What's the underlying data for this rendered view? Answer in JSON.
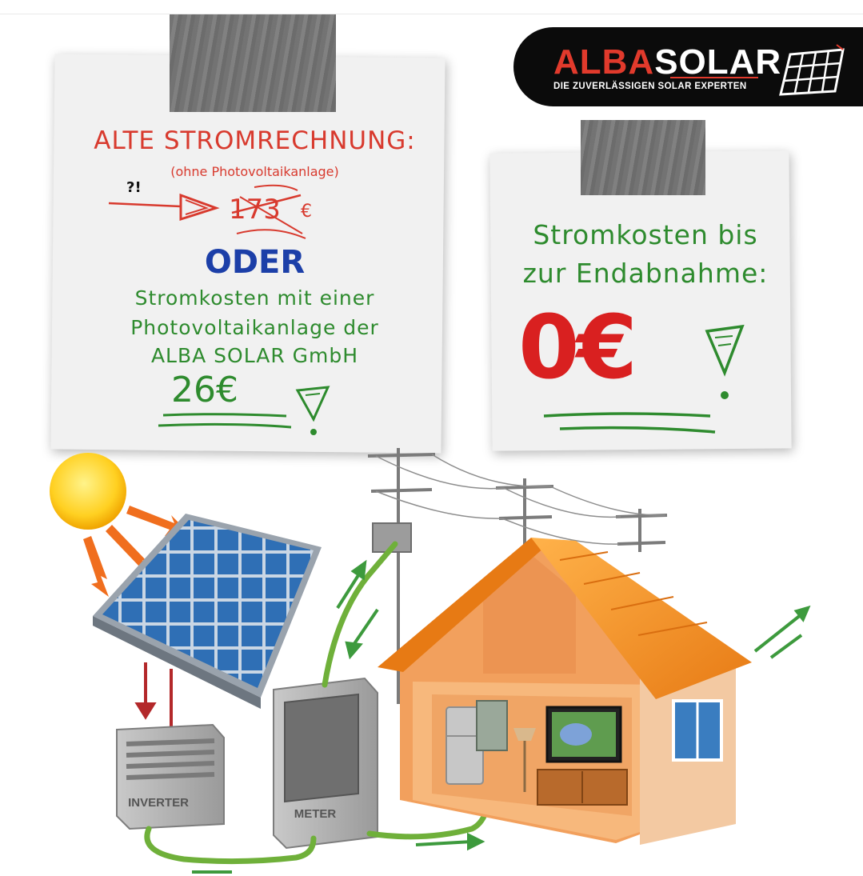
{
  "logo": {
    "brand_part1": "ALBA",
    "brand_part2": "SOLAR",
    "tagline": "DIE ZUVERLÄSSIGEN SOLAR EXPERTEN",
    "icon": "solar-panel-icon"
  },
  "note_left": {
    "title": "ALTE STROMRECHNUNG:",
    "subtitle": "(ohne Photovoltaikanlage)",
    "question_marks": "?!",
    "old_price": "173",
    "euro": "€",
    "oder": "ODER",
    "line1": "Stromkosten mit einer",
    "line2": "Photovoltaikanlage der",
    "line3": "ALBA SOLAR GmbH",
    "new_price": "26€"
  },
  "note_right": {
    "line1": "Stromkosten bis",
    "line2": "zur Endabnahme:",
    "price": "0€"
  },
  "illustration": {
    "inverter_label": "INVERTER",
    "meter_label": "METER"
  },
  "colors": {
    "red": "#d83a2e",
    "green": "#2e8b2e",
    "blue": "#1c3fa8",
    "logo_bg": "#0b0b0b"
  }
}
